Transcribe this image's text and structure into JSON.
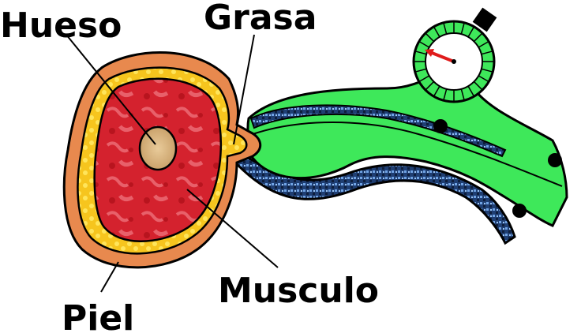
{
  "labels": {
    "bone": "Hueso",
    "fat": "Grasa",
    "muscle": "Musculo",
    "skin": "Piel"
  },
  "colors": {
    "skin": "#E8894E",
    "fat": "#F6C51E",
    "fat_light": "#FFE55A",
    "muscle": "#D4222E",
    "muscle_light": "#E85A66",
    "bone": "#D6B27E",
    "caliper": "#3EE85A",
    "caliper_dark": "#0B7A1E",
    "sample": "#2A4E8A",
    "needle": "#E01B1B",
    "outline": "#000000"
  },
  "icons": {
    "caliper": "skinfold-caliper-icon",
    "dial": "caliper-dial-icon",
    "needle": "dial-needle-icon"
  }
}
